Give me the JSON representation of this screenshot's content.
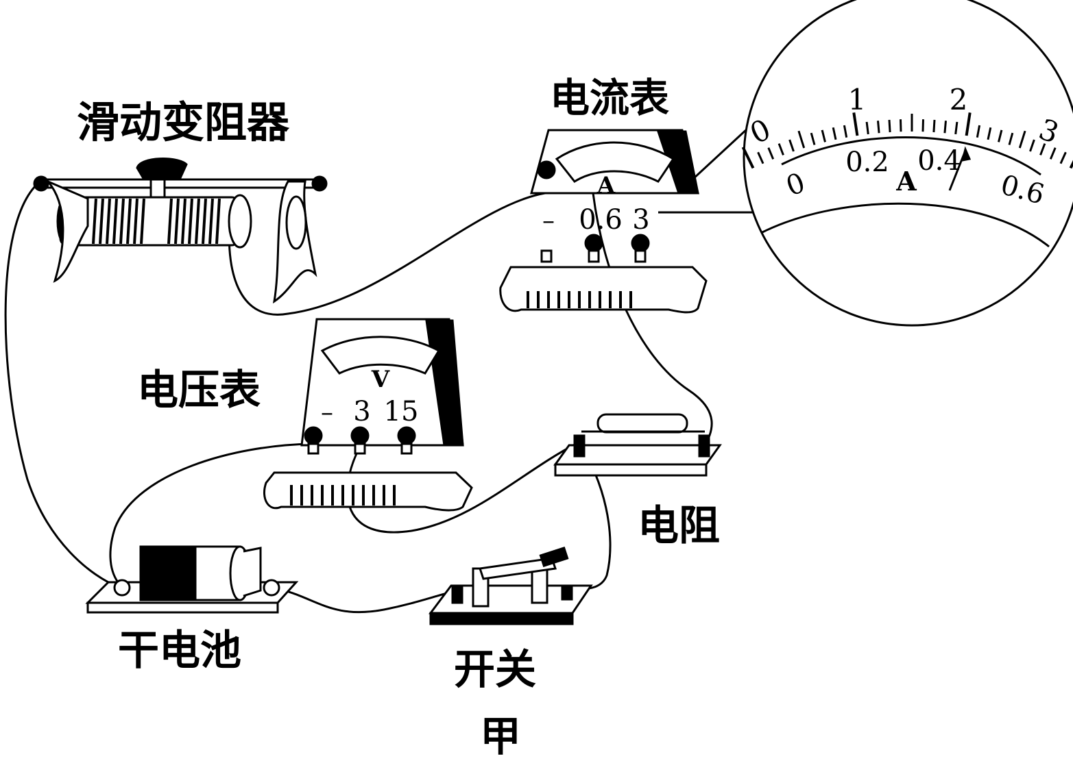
{
  "labels": {
    "rheostat": "滑动变阻器",
    "ammeter": "电流表",
    "voltmeter": "电压表",
    "resistor": "电阻",
    "battery": "干电池",
    "switch": "开关",
    "figure": "甲"
  },
  "ammeter": {
    "unit": "A",
    "terminals": [
      "–",
      "0.6",
      "3"
    ]
  },
  "voltmeter": {
    "unit": "V",
    "terminals": [
      "–",
      "3",
      "15"
    ]
  },
  "magnified_dial": {
    "unit": "A",
    "upper_scale": [
      "0",
      "1",
      "2",
      "3"
    ],
    "lower_scale": [
      "0",
      "0.2",
      "0.4",
      "0.6"
    ],
    "upper_reading": 1.8,
    "lower_reading": 0.36
  }
}
